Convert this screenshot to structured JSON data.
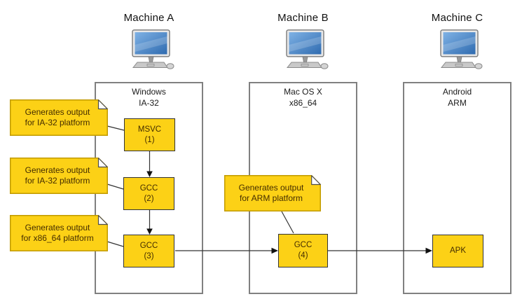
{
  "colors": {
    "box_fill": "#FCD116",
    "box_border": "#333333",
    "note_border": "#C19A00",
    "machine_border": "#808080",
    "line": "#333333",
    "text_dark": "#442D00",
    "title": "#111111",
    "screen_blue": "#4A86C8"
  },
  "machines": [
    {
      "title": "Machine A",
      "os": [
        "Windows",
        "IA-32"
      ]
    },
    {
      "title": "Machine B",
      "os": [
        "Mac OS X",
        "x86_64"
      ]
    },
    {
      "title": "Machine C",
      "os": [
        "Android",
        "ARM"
      ]
    }
  ],
  "nodes": [
    {
      "label": "MSVC",
      "sub": "(1)"
    },
    {
      "label": "GCC",
      "sub": "(2)"
    },
    {
      "label": "GCC",
      "sub": "(3)"
    },
    {
      "label": "GCC",
      "sub": "(4)"
    },
    {
      "label": "APK",
      "sub": ""
    }
  ],
  "notes": [
    {
      "line1": "Generates output",
      "line2": "for IA-32 platform"
    },
    {
      "line1": "Generates output",
      "line2": "for IA-32 platform"
    },
    {
      "line1": "Generates output",
      "line2": "for x86_64 platform"
    },
    {
      "line1": "Generates output",
      "line2": "for ARM platform"
    }
  ]
}
